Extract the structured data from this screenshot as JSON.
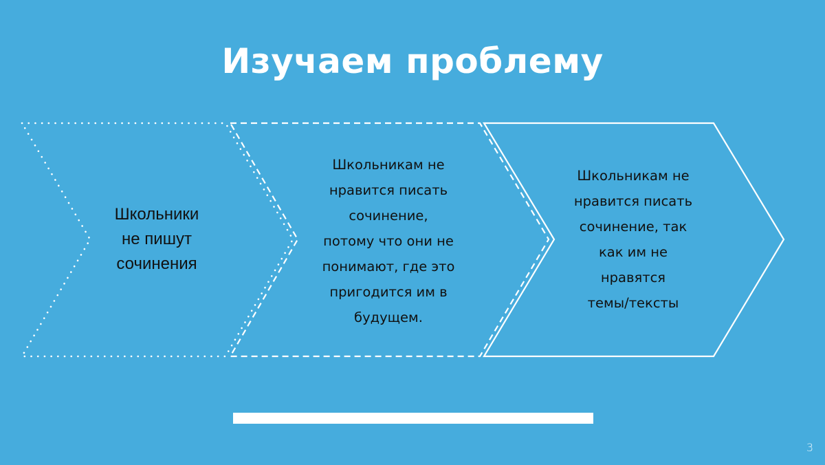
{
  "slide": {
    "background_color": "#46acdd",
    "accent_color": "#ffffff",
    "title": "Изучаем проблему",
    "page_number": "3"
  },
  "steps": [
    {
      "border_style": "dotted",
      "lines": [
        "Школьники",
        "не пишут",
        "сочинения"
      ]
    },
    {
      "border_style": "dashed",
      "lines": [
        "Школьникам не",
        "нравится писать",
        "сочинение,",
        "потому что они не",
        "понимают, где это",
        "пригодится им в",
        "будущем."
      ]
    },
    {
      "border_style": "solid",
      "lines": [
        "Школьникам не",
        "нравится писать",
        "сочинение, так",
        "как им не",
        "нравятся",
        "темы/тексты"
      ]
    }
  ]
}
